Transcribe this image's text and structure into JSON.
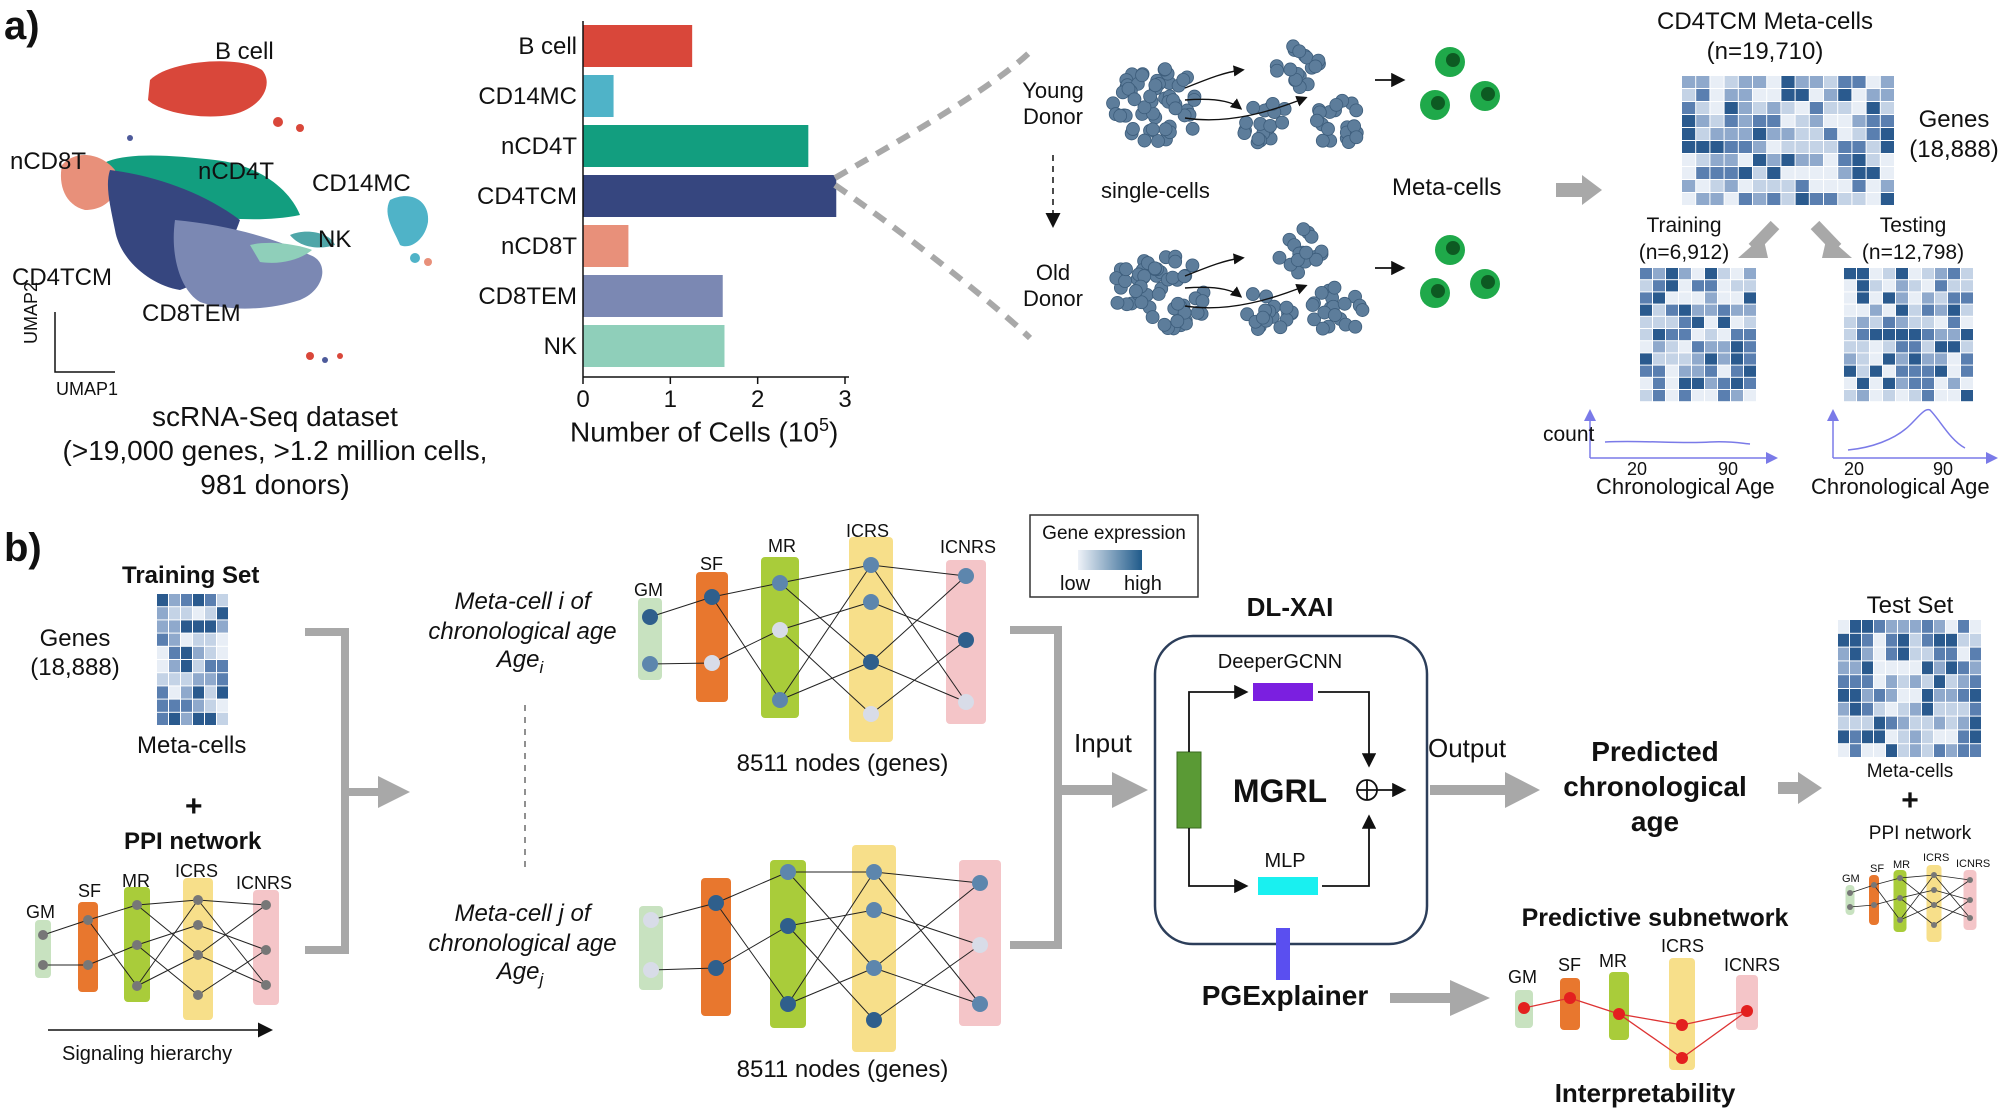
{
  "panel_a": {
    "label": "a)",
    "umap": {
      "clusters": {
        "bcell": "B cell",
        "nk": "NK",
        "ncd8t": "nCD8T",
        "ncd4t": "nCD4T",
        "cd14mc": "CD14MC",
        "cd4tcm": "CD4TCM",
        "cd8tem": "CD8TEM"
      },
      "axis_x": "UMAP1",
      "axis_y": "UMAP2",
      "caption_line1": "scRNA-Seq dataset",
      "caption_line2": "(>19,000 genes, >1.2 million cells,",
      "caption_line3": "981 donors)"
    },
    "flow": {
      "young_donor_1": "Young",
      "young_donor_2": "Donor",
      "old_donor_1": "Old",
      "old_donor_2": "Donor",
      "single_cells": "single-cells",
      "meta_cells": "Meta-cells"
    },
    "matrix": {
      "title_line1": "CD4TCM  Meta-cells",
      "title_line2": "(n=19,710)",
      "genes_line1": "Genes",
      "genes_line2": "(18,888)",
      "training_line1": "Training",
      "training_line2": "(n=6,912)",
      "testing_line1": "Testing",
      "testing_line2": "(n=12,798)",
      "count_label": "count",
      "age_label": "Chronological Age",
      "tick_20": "20",
      "tick_90": "90"
    }
  },
  "panel_b": {
    "label": "b)",
    "training_set": "Training Set",
    "genes_line1": "Genes",
    "genes_line2": "(18,888)",
    "meta_cells": "Meta-cells",
    "plus": "+",
    "ppi_network": "PPI network",
    "signaling_hierarchy": "Signaling hierarchy",
    "layers": {
      "gm": "GM",
      "sf": "SF",
      "mr": "MR",
      "icrs": "ICRS",
      "icnrs": "ICNRS"
    },
    "meta_i_line1": "Meta-cell i of",
    "meta_i_line2": "chronological age",
    "meta_i_line3": "Age",
    "meta_i_sub": "i",
    "meta_j_line1": "Meta-cell j of",
    "meta_j_line2": "chronological age",
    "meta_j_line3": "Age",
    "meta_j_sub": "j",
    "nodes_caption": "8511 nodes (genes)",
    "legend_title": "Gene expression",
    "legend_low": "low",
    "legend_high": "high",
    "input": "Input",
    "output": "Output",
    "dl_xai": "DL-XAI",
    "deepergcnn": "DeeperGCNN",
    "mgrl": "MGRL",
    "mlp": "MLP",
    "pgexplainer": "PGExplainer",
    "predicted_line1": "Predicted",
    "predicted_line2": "chronological",
    "predicted_line3": "age",
    "test_set": "Test Set",
    "test_meta_cells": "Meta-cells",
    "test_ppi": "PPI network",
    "predictive_subnetwork": "Predictive subnetwork",
    "interpretability": "Interpretability"
  },
  "colors": {
    "bcell": "#d9473a",
    "cd14mc": "#4fb3c8",
    "ncd4t": "#129e7f",
    "cd4tcm": "#36467f",
    "ncd8t": "#e8907a",
    "cd8tem": "#7b88b3",
    "nk": "#8fcfba",
    "gm": "#c8e2c0",
    "sf": "#e8772e",
    "mr": "#a9cc3a",
    "icrs": "#f7df8a",
    "icnrs": "#f4c5c8",
    "node_dark": "#2f5f8c",
    "node_light": "#d8dce8",
    "node_mid": "#5d86ad",
    "deeper": "#7b1fe0",
    "mlp": "#19f0f0",
    "explainer": "#5a4ff0",
    "mgrl_box": "#5a9a35",
    "arrow": "#a8a8a8",
    "matrix_dark": "#2a5a8e",
    "matrix_light": "#e6edf5"
  },
  "chart_data": {
    "type": "bar",
    "orientation": "horizontal",
    "categories": [
      "B cell",
      "CD14MC",
      "nCD4T",
      "CD4TCM",
      "nCD8T",
      "CD8TEM",
      "NK"
    ],
    "values": [
      1.25,
      0.35,
      2.58,
      2.9,
      0.52,
      1.6,
      1.62
    ],
    "xlabel": "Number of Cells (10",
    "xlabel_sup": "5",
    "xlabel_close": ")",
    "xticks": [
      "0",
      "1",
      "2",
      "3"
    ],
    "xlim": [
      0,
      3
    ]
  }
}
